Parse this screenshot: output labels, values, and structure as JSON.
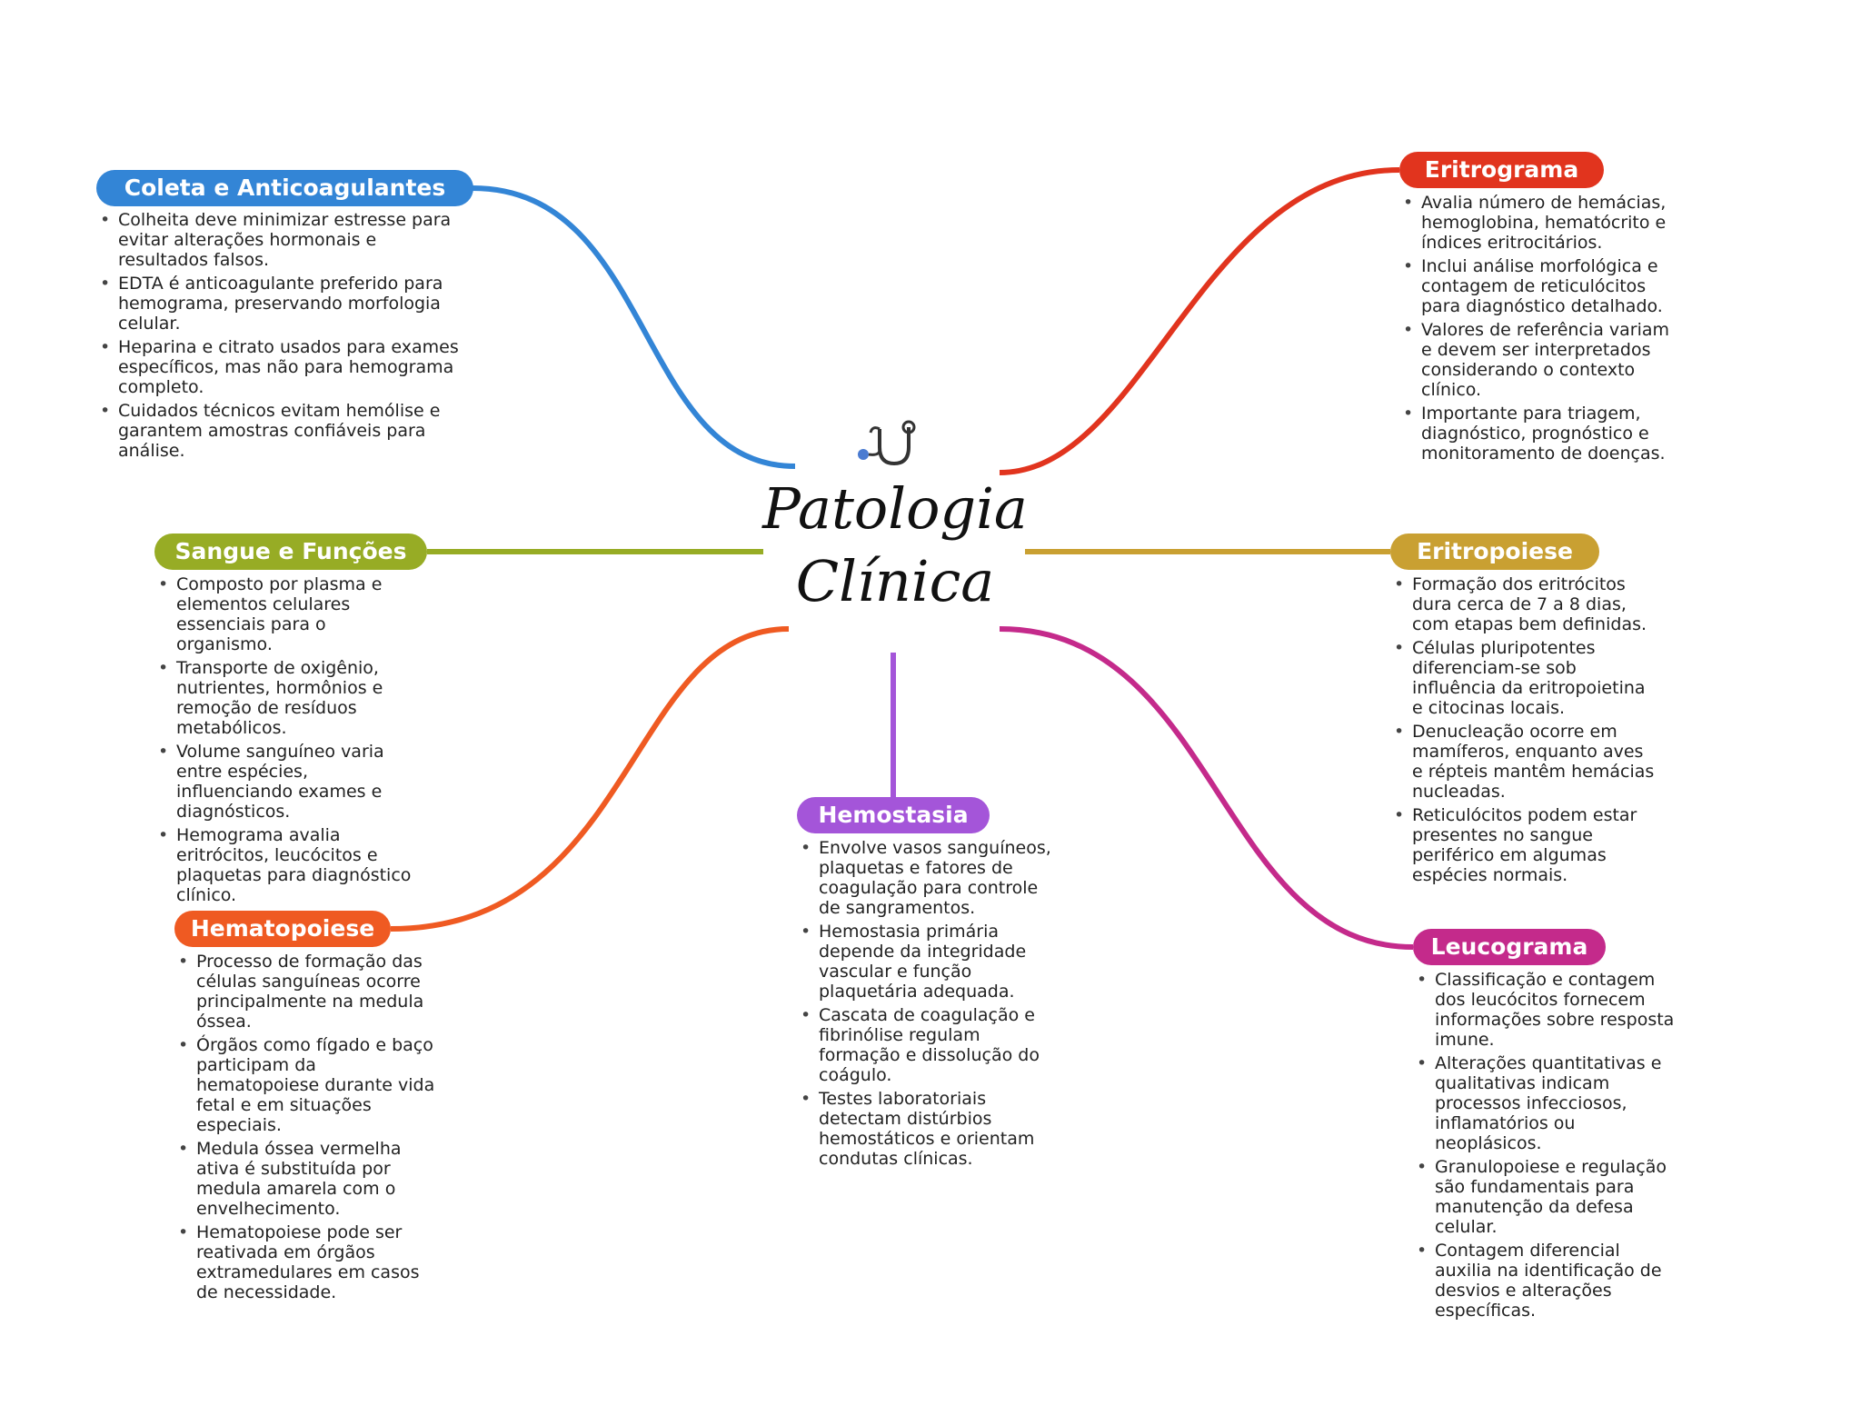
{
  "center": {
    "title": "Patologia Clínica",
    "icon": "stethoscope-icon"
  },
  "colors": {
    "coleta": "#3385d6",
    "eritrograma": "#e1341e",
    "sangue": "#97ac25",
    "eritropoiese": "#c9a032",
    "hematopoiese": "#ef5a22",
    "hemostasia": "#a455d9",
    "leucograma": "#c42a8b"
  },
  "branches": {
    "coleta": {
      "title": "Coleta e Anticoagulantes",
      "items": [
        "Colheita deve minimizar estresse para evitar alterações hormonais e resultados falsos.",
        "EDTA é anticoagulante preferido para hemograma, preservando morfologia celular.",
        "Heparina e citrato usados para exames específicos, mas não para hemograma completo.",
        "Cuidados técnicos evitam hemólise e garantem amostras confiáveis para análise."
      ]
    },
    "eritrograma": {
      "title": "Eritrograma",
      "items": [
        "Avalia número de hemácias, hemoglobina, hematócrito e índices eritrocitários.",
        "Inclui análise morfológica e contagem de reticulócitos para diagnóstico detalhado.",
        "Valores de referência variam e devem ser interpretados considerando o contexto clínico.",
        "Importante para triagem, diagnóstico, prognóstico e monitoramento de doenças."
      ]
    },
    "sangue": {
      "title": "Sangue e Funções",
      "items": [
        "Composto por plasma e elementos celulares essenciais para o organismo.",
        "Transporte de oxigênio, nutrientes, hormônios e remoção de resíduos metabólicos.",
        "Volume sanguíneo varia entre espécies, influenciando exames e diagnósticos.",
        "Hemograma avalia eritrócitos, leucócitos e plaquetas para diagnóstico clínico."
      ]
    },
    "eritropoiese": {
      "title": "Eritropoiese",
      "items": [
        "Formação dos eritrócitos dura cerca de 7 a 8 dias, com etapas bem definidas.",
        "Células pluripotentes diferenciam-se sob influência da eritropoietina e citocinas locais.",
        "Denucleação ocorre em mamíferos, enquanto aves e répteis mantêm hemácias nucleadas.",
        "Reticulócitos podem estar presentes no sangue periférico em algumas espécies normais."
      ]
    },
    "hematopoiese": {
      "title": "Hematopoiese",
      "items": [
        "Processo de formação das células sanguíneas ocorre principalmente na medula óssea.",
        "Órgãos como fígado e baço participam da hematopoiese durante vida fetal e em situações especiais.",
        "Medula óssea vermelha ativa é substituída por medula amarela com o envelhecimento.",
        "Hematopoiese pode ser reativada em órgãos extramedulares em casos de necessidade."
      ]
    },
    "hemostasia": {
      "title": "Hemostasia",
      "items": [
        "Envolve vasos sanguíneos, plaquetas e fatores de coagulação para controle de sangramentos.",
        "Hemostasia primária depende da integridade vascular e função plaquetária adequada.",
        "Cascata de coagulação e fibrinólise regulam formação e dissolução do coágulo.",
        "Testes laboratoriais detectam distúrbios hemostáticos e orientam condutas clínicas."
      ]
    },
    "leucograma": {
      "title": "Leucograma",
      "items": [
        "Classificação e contagem dos leucócitos fornecem informações sobre resposta imune.",
        "Alterações quantitativas e qualitativas indicam processos infecciosos, inflamatórios ou neoplásicos.",
        "Granulopoiese e regulação são fundamentais para manutenção da defesa celular.",
        "Contagem diferencial auxilia na identificação de desvios e alterações específicas."
      ]
    }
  }
}
